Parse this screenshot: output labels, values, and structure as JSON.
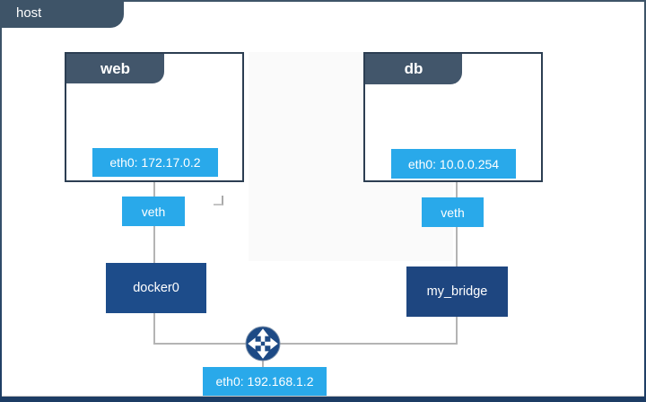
{
  "host": {
    "label": "host",
    "eth": "eth0: 192.168.1.2"
  },
  "diagram": {
    "containers": [
      {
        "name": "web",
        "eth": "eth0: 172.17.0.2",
        "veth": "veth",
        "bridge": "docker0"
      },
      {
        "name": "db",
        "eth": "eth0: 10.0.0.254",
        "veth": "veth",
        "bridge": "my_bridge"
      }
    ],
    "router_icon": "router-icon"
  },
  "colors": {
    "frame_slate": "#3e5468",
    "frame_bottom_navy": "#1c3c64",
    "tab_slate": "#42566b",
    "box_border": "#2c3e52",
    "badge_azure": "#29a9ea",
    "bridge_navy": "#1d4c8a",
    "bridge_navy_dark": "#1e4680",
    "router_navy": "#1d4a85",
    "connector_gray": "#b4b4b4",
    "text_white": "#ffffff"
  }
}
